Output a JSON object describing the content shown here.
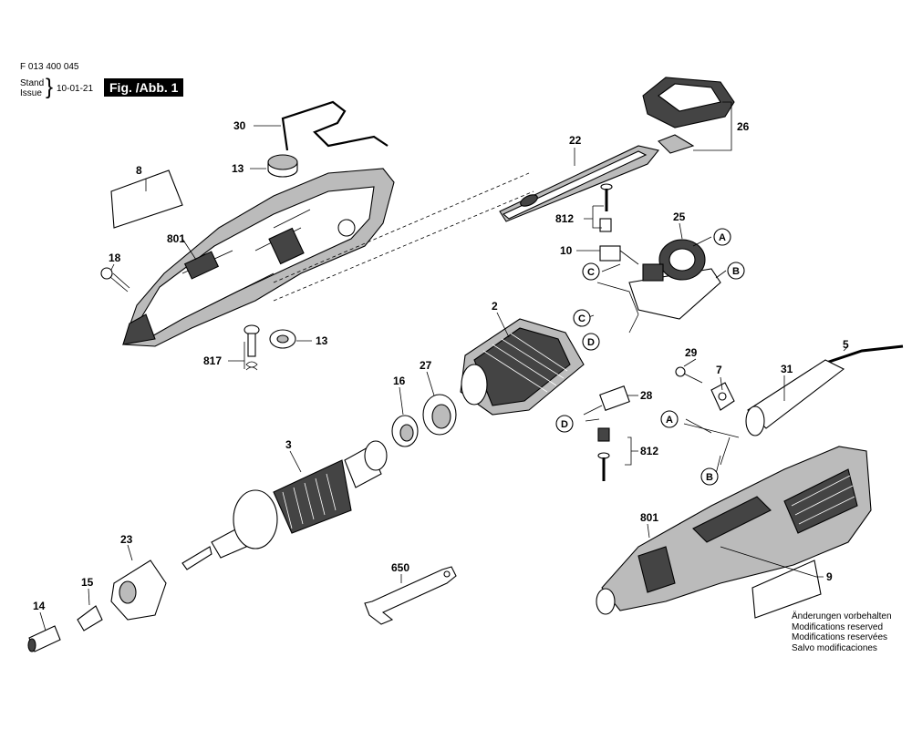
{
  "header": {
    "doc_number": "F 013 400 045",
    "stand": "Stand",
    "issue": "Issue",
    "brace": "}",
    "date": "10-01-21",
    "figure": "Fig. /Abb. 1"
  },
  "parts": [
    "30",
    "13",
    "8",
    "801",
    "18",
    "13",
    "817",
    "22",
    "26",
    "812",
    "25",
    "10",
    "2",
    "27",
    "16",
    "3",
    "28",
    "812",
    "5",
    "29",
    "7",
    "31",
    "23",
    "15",
    "14",
    "650",
    "801",
    "9"
  ],
  "connectors": [
    "A",
    "B",
    "C",
    "C",
    "D",
    "D",
    "A",
    "B"
  ],
  "notice": [
    "Änderungen vorbehalten",
    "Modifications reserved",
    "Modifications reservées",
    "Salvo modificaciones"
  ]
}
